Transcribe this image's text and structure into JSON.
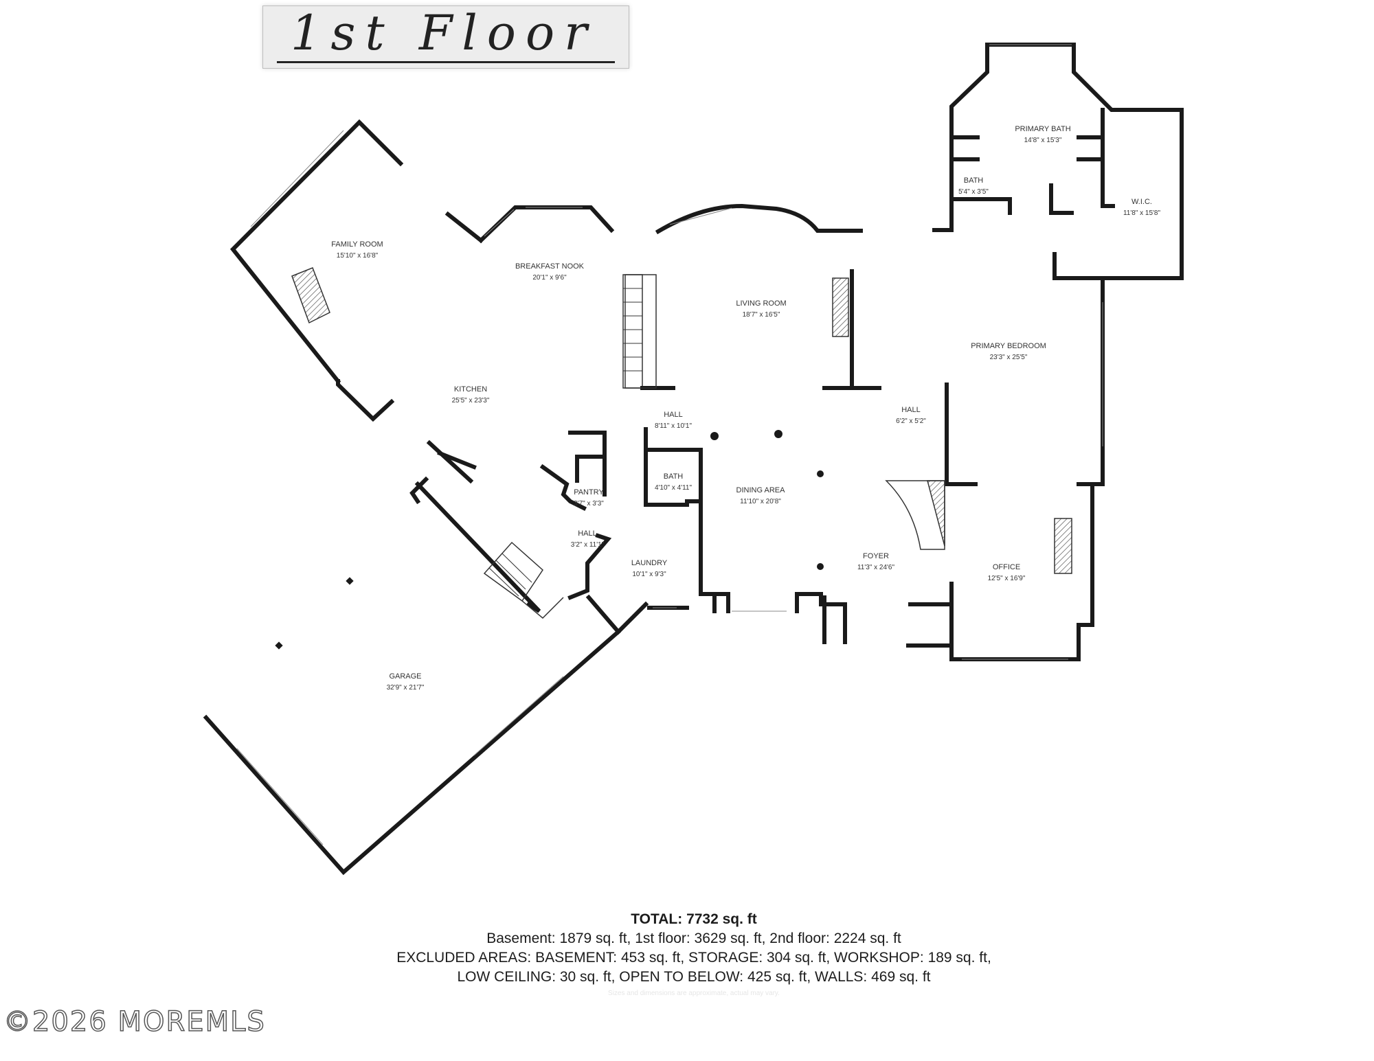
{
  "title": {
    "heading": "1st Floor"
  },
  "rooms": {
    "family_room": {
      "name": "FAMILY ROOM",
      "dims": "15'10\" x 16'8\""
    },
    "breakfast_nook": {
      "name": "BREAKFAST NOOK",
      "dims": "20'1\" x 9'6\""
    },
    "kitchen": {
      "name": "KITCHEN",
      "dims": "25'5\" x 23'3\""
    },
    "living_room": {
      "name": "LIVING ROOM",
      "dims": "18'7\" x 16'5\""
    },
    "hall_center": {
      "name": "HALL",
      "dims": "8'11\" x 10'1\""
    },
    "bath_center": {
      "name": "BATH",
      "dims": "4'10\" x 4'11\""
    },
    "pantry": {
      "name": "PANTRY",
      "dims": "3'7\" x 3'3\""
    },
    "hall_pantry": {
      "name": "HALL",
      "dims": "3'2\" x 11'1\""
    },
    "laundry": {
      "name": "LAUNDRY",
      "dims": "10'1\" x 9'3\""
    },
    "dining_area": {
      "name": "DINING AREA",
      "dims": "11'10\" x 20'8\""
    },
    "foyer": {
      "name": "FOYER",
      "dims": "11'3\" x 24'6\""
    },
    "hall_east": {
      "name": "HALL",
      "dims": "6'2\" x 5'2\""
    },
    "primary_bath": {
      "name": "PRIMARY BATH",
      "dims": "14'8\" x 15'3\""
    },
    "bath_primary": {
      "name": "BATH",
      "dims": "5'4\" x 3'5\""
    },
    "wic": {
      "name": "W.I.C.",
      "dims": "11'8\" x 15'8\""
    },
    "primary_bedroom": {
      "name": "PRIMARY BEDROOM",
      "dims": "23'3\" x 25'5\""
    },
    "office": {
      "name": "OFFICE",
      "dims": "12'5\" x 16'9\""
    },
    "garage": {
      "name": "GARAGE",
      "dims": "32'9\" x 21'7\""
    }
  },
  "summary": {
    "total": "TOTAL: 7732 sq. ft",
    "line1": "Basement: 1879 sq. ft, 1st floor: 3629 sq. ft, 2nd floor: 2224 sq. ft",
    "line2": "EXCLUDED AREAS: BASEMENT: 453 sq. ft, STORAGE: 304 sq. ft, WORKSHOP: 189 sq. ft,",
    "line3": "LOW CEILING: 30 sq. ft, OPEN TO BELOW: 425 sq. ft, WALLS: 469 sq. ft",
    "faint": "Sizes and dimensions are approximate, actual may vary."
  },
  "watermark": "©2026 MOREMLS"
}
